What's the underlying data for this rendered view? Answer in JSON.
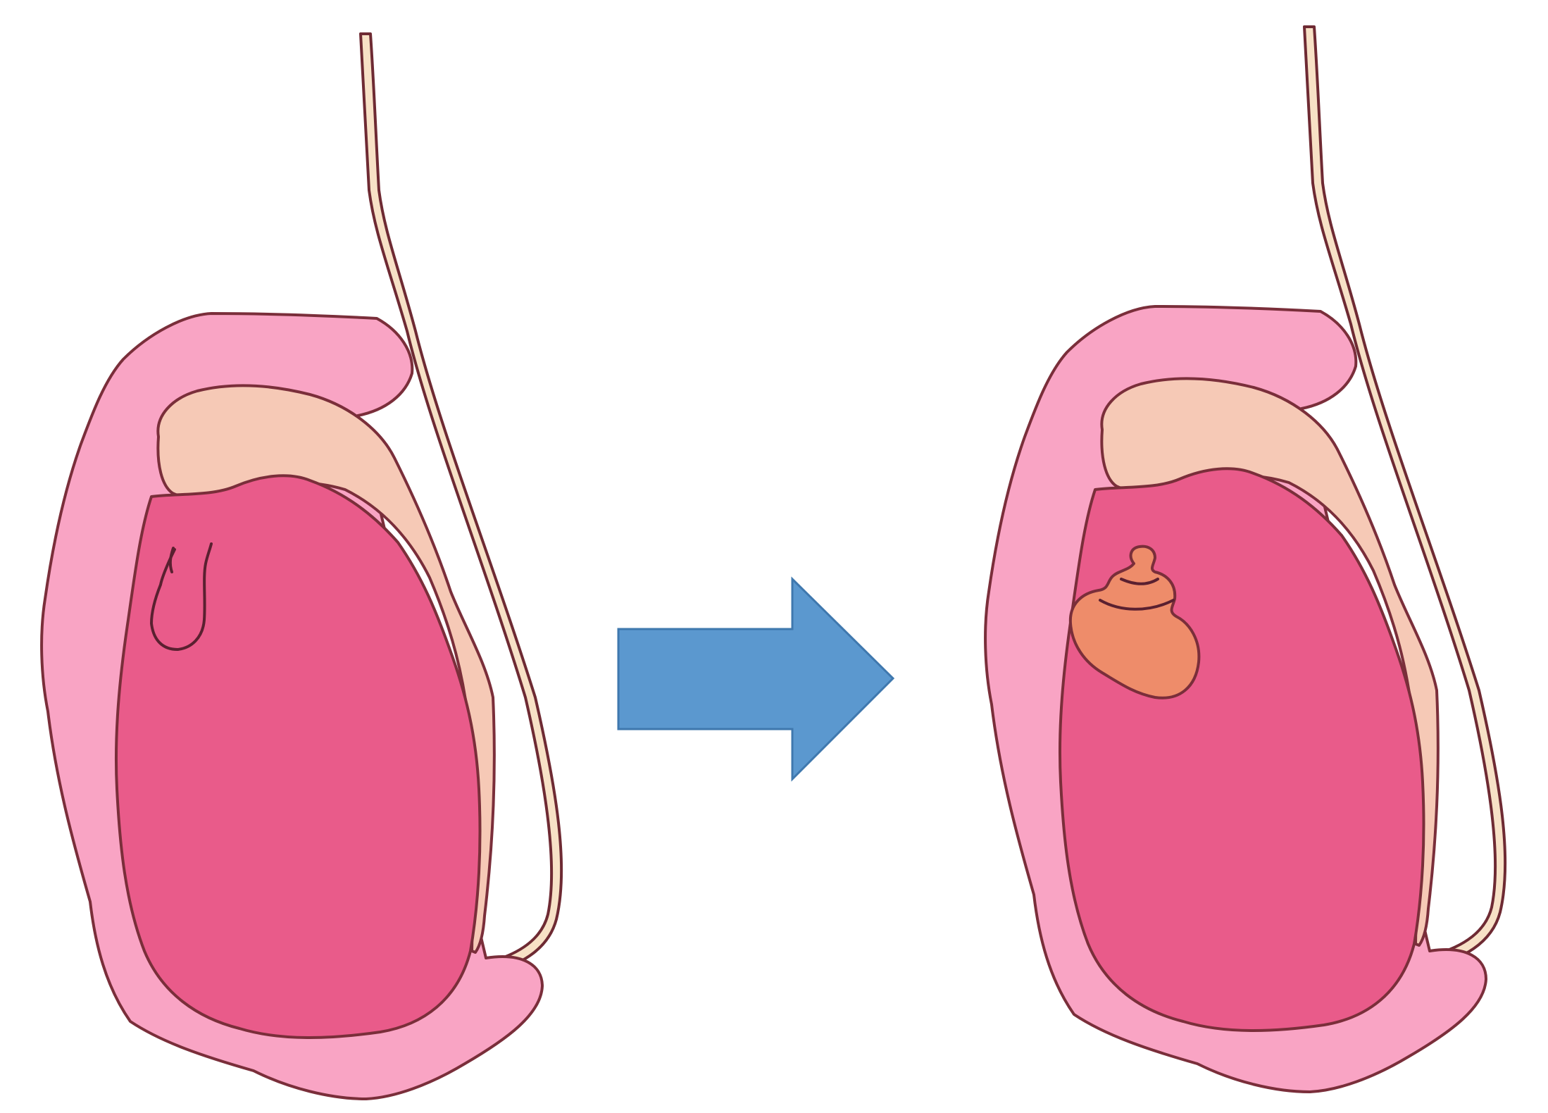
{
  "diagram": {
    "panels": [
      {
        "id": "before",
        "name": "before-panel",
        "lesion": "cyst-outline"
      },
      {
        "id": "after",
        "name": "after-panel",
        "lesion": "tumor-mass"
      }
    ],
    "arrow": {
      "direction": "right",
      "color": "#5B98CF",
      "stroke": "#3F78AE"
    },
    "colors": {
      "outline": "#7A2E3A",
      "tunica": "#F9A4C4",
      "epididymis": "#F6C9B6",
      "testis": "#E95B8A",
      "cord_fill": "#F7E1C6",
      "cord_stroke": "#6E2A33",
      "tumor": "#EE8C6A",
      "background": "#FFFFFF"
    }
  }
}
